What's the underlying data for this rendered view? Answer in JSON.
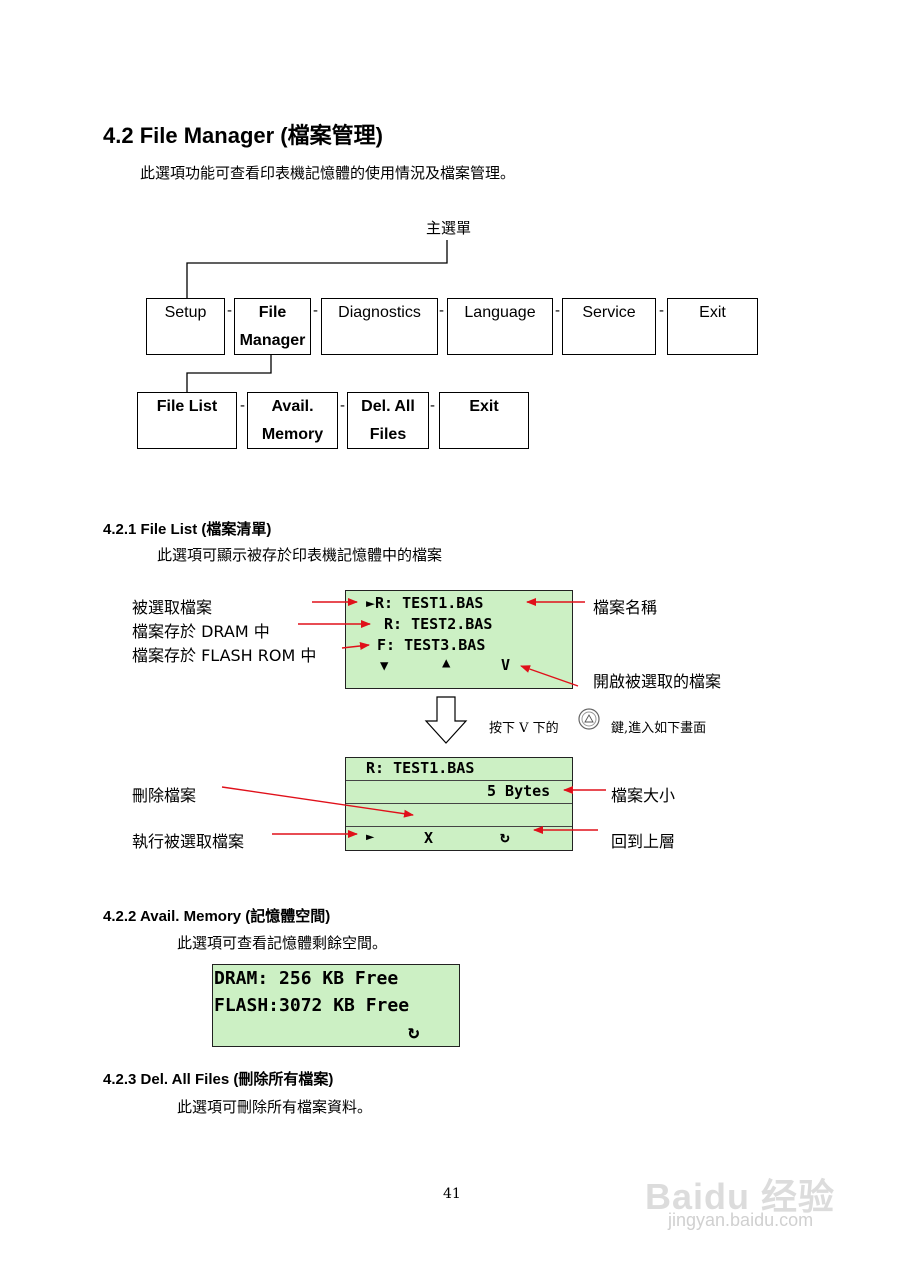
{
  "section": {
    "title": "4.2 File Manager (檔案管理)",
    "desc": "此選項功能可查看印表機記憶體的使用情況及檔案管理。"
  },
  "menu": {
    "root": "主選單",
    "items": [
      "Setup",
      "File",
      "Manager",
      "Diagnostics",
      "Language",
      "Service",
      "Exit"
    ],
    "sub_items": [
      "File List",
      "Avail.",
      "Memory",
      "Del. All",
      "Files",
      "Exit"
    ],
    "sep": "-"
  },
  "s421": {
    "title": "4.2.1 File List (檔案清單)",
    "desc": "此選項可顯示被存於印表機記憶體中的檔案",
    "labels_left": [
      "被選取檔案",
      "檔案存於 DRAM 中",
      "檔案存於 FLASH ROM 中"
    ],
    "labels_right": [
      "檔案名稱",
      "開啟被選取的檔案"
    ],
    "lcd_lines": [
      "►R: TEST1.BAS",
      "R: TEST2.BAS",
      "F: TEST3.BAS"
    ],
    "lcd_keys": [
      "▼",
      "▲",
      "V"
    ],
    "press_before": "按下 V 下的",
    "press_after": "鍵,進入如下畫面",
    "detail_lines": [
      "R:  TEST1.BAS",
      "5 Bytes"
    ],
    "detail_keys": [
      "►",
      "X",
      "↻"
    ],
    "detail_left": [
      "刪除檔案",
      "執行被選取檔案"
    ],
    "detail_right": [
      "檔案大小",
      "回到上層"
    ]
  },
  "s422": {
    "title": "4.2.2 Avail. Memory (記憶體空間)",
    "desc": "此選項可查看記憶體剩餘空間。",
    "lcd_lines": [
      "DRAM: 256 KB Free",
      "FLASH:3072 KB Free"
    ],
    "lcd_key": "↻"
  },
  "s423": {
    "title": "4.2.3 Del. All Files (刪除所有檔案)",
    "desc": "此選項可刪除所有檔案資料。"
  },
  "page_number": "41",
  "watermark": {
    "brand": "Baidu 经验",
    "url": "jingyan.baidu.com"
  },
  "colors": {
    "lcd": "#ccf0c4",
    "arrow": "#e0101a"
  }
}
